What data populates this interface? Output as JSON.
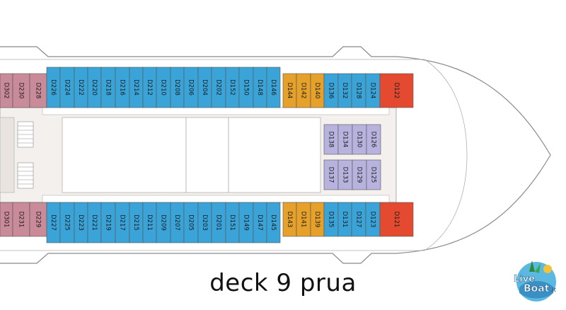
{
  "caption": "deck 9 prua",
  "logo": {
    "text_1": "Live",
    "text_2": "Boat",
    "suffix": ".it"
  },
  "colors": {
    "pink": "#c98a9a",
    "blue": "#3aa3d8",
    "orange": "#e5a12a",
    "light_blue": "#3d9fd6",
    "lavender": "#b8b3de",
    "red": "#e44a2f"
  },
  "cabins": {
    "top_row": [
      {
        "id": "D302",
        "color": "pink"
      },
      {
        "id": "D230",
        "color": "pink"
      },
      {
        "id": "D228",
        "color": "pink"
      },
      {
        "id": "D226",
        "color": "blue"
      },
      {
        "id": "D224",
        "color": "blue"
      },
      {
        "id": "D222",
        "color": "blue"
      },
      {
        "id": "D220",
        "color": "blue"
      },
      {
        "id": "D218",
        "color": "blue"
      },
      {
        "id": "D216",
        "color": "blue"
      },
      {
        "id": "D214",
        "color": "blue"
      },
      {
        "id": "D212",
        "color": "blue"
      },
      {
        "id": "D210",
        "color": "blue"
      },
      {
        "id": "D208",
        "color": "blue"
      },
      {
        "id": "D206",
        "color": "blue"
      },
      {
        "id": "D204",
        "color": "blue"
      },
      {
        "id": "D202",
        "color": "blue"
      },
      {
        "id": "D152",
        "color": "blue"
      },
      {
        "id": "D150",
        "color": "blue"
      },
      {
        "id": "D148",
        "color": "blue"
      },
      {
        "id": "D146",
        "color": "blue"
      },
      {
        "id": "D144",
        "color": "orange"
      },
      {
        "id": "D142",
        "color": "orange"
      },
      {
        "id": "D140",
        "color": "orange"
      },
      {
        "id": "D136",
        "color": "blue"
      },
      {
        "id": "D132",
        "color": "blue"
      },
      {
        "id": "D128",
        "color": "blue"
      },
      {
        "id": "D124",
        "color": "blue"
      },
      {
        "id": "D122",
        "color": "red"
      }
    ],
    "bottom_row": [
      {
        "id": "D301",
        "color": "pink"
      },
      {
        "id": "D231",
        "color": "pink"
      },
      {
        "id": "D229",
        "color": "pink"
      },
      {
        "id": "D227",
        "color": "blue"
      },
      {
        "id": "D225",
        "color": "blue"
      },
      {
        "id": "D223",
        "color": "blue"
      },
      {
        "id": "D221",
        "color": "blue"
      },
      {
        "id": "D219",
        "color": "blue"
      },
      {
        "id": "D217",
        "color": "blue"
      },
      {
        "id": "D215",
        "color": "blue"
      },
      {
        "id": "D211",
        "color": "blue"
      },
      {
        "id": "D209",
        "color": "blue"
      },
      {
        "id": "D207",
        "color": "blue"
      },
      {
        "id": "D205",
        "color": "blue"
      },
      {
        "id": "D203",
        "color": "blue"
      },
      {
        "id": "D201",
        "color": "blue"
      },
      {
        "id": "D151",
        "color": "blue"
      },
      {
        "id": "D149",
        "color": "blue"
      },
      {
        "id": "D147",
        "color": "blue"
      },
      {
        "id": "D145",
        "color": "blue"
      },
      {
        "id": "D143",
        "color": "orange"
      },
      {
        "id": "D141",
        "color": "orange"
      },
      {
        "id": "D139",
        "color": "orange"
      },
      {
        "id": "D135",
        "color": "blue"
      },
      {
        "id": "D131",
        "color": "blue"
      },
      {
        "id": "D127",
        "color": "blue"
      },
      {
        "id": "D123",
        "color": "blue"
      },
      {
        "id": "D121",
        "color": "red"
      }
    ],
    "inner_top": [
      "D138",
      "D134",
      "D130",
      "D126"
    ],
    "inner_bottom": [
      "D137",
      "D133",
      "D129",
      "D125"
    ]
  }
}
